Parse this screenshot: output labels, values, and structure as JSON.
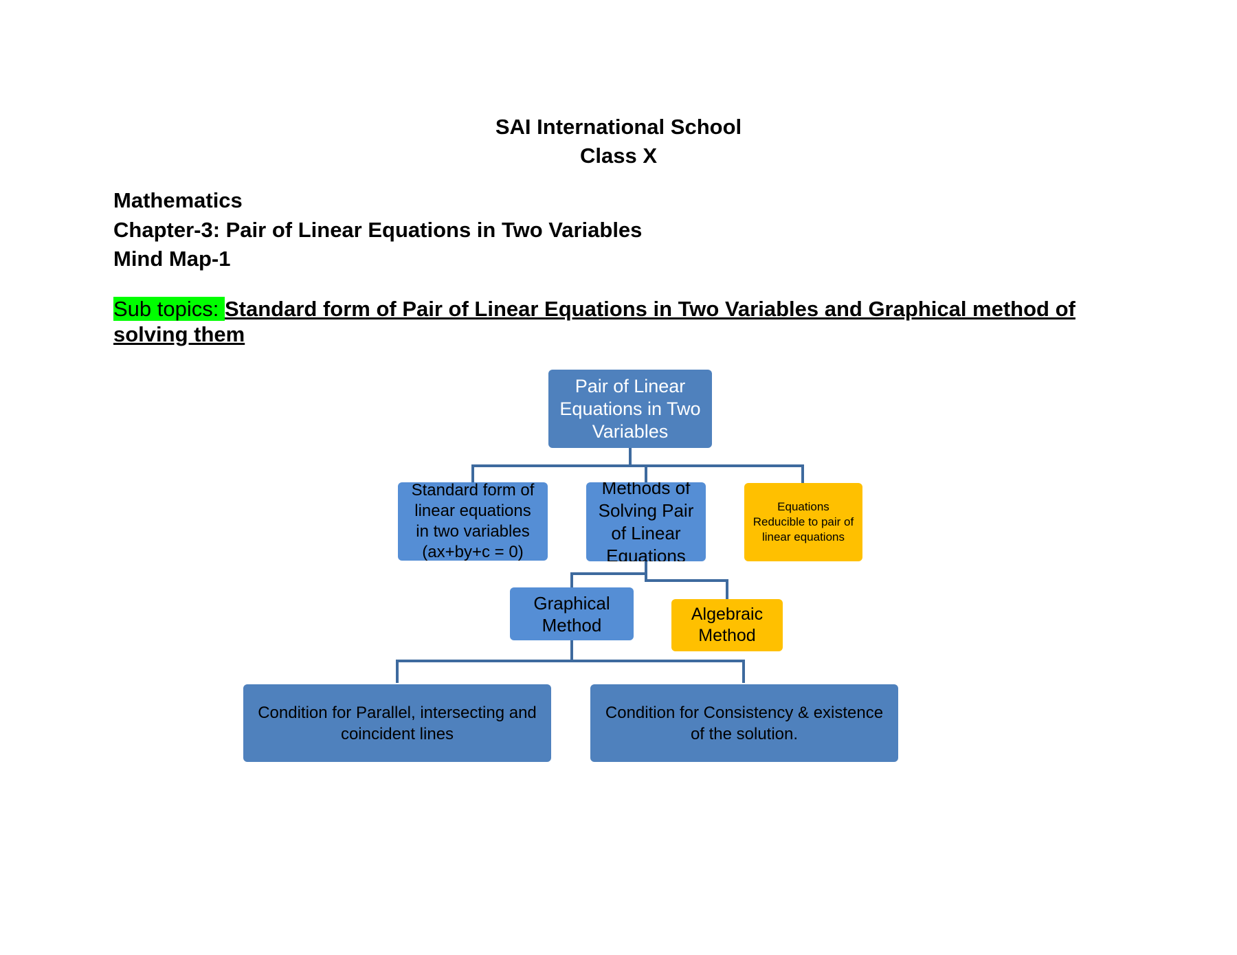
{
  "header": {
    "school": "SAI International School",
    "class_name": "Class X",
    "subject": "Mathematics",
    "chapter": "Chapter-3:  Pair of Linear Equations in Two Variables",
    "mind_map": "Mind Map-1",
    "subtopics_label": "Sub topics: ",
    "subtopics_text": "Standard form of Pair of Linear Equations in Two Variables and Graphical method of solving them"
  },
  "mind_map_nodes": {
    "root": "Pair of Linear\nEquations in Two\nVariables",
    "standard_form": "Standard form of\nlinear equations\nin two variables\n(ax+by+c = 0)",
    "methods": "Methods of\nSolving Pair\nof Linear\nEquations",
    "reducible": "Equations\nReducible to pair of\nlinear equations",
    "graphical": "Graphical\nMethod",
    "algebraic": "Algebraic\nMethod",
    "parallel_condition": "Condition for Parallel, intersecting and\ncoincident lines",
    "consistency_condition": "Condition for Consistency & existence\nof the solution."
  },
  "colors": {
    "primary_blue": "#4f81bd",
    "light_blue": "#558ed5",
    "highlight_yellow": "#ffc000",
    "connector": "#3e6a9e",
    "subtopic_highlight": "#00ff00"
  }
}
